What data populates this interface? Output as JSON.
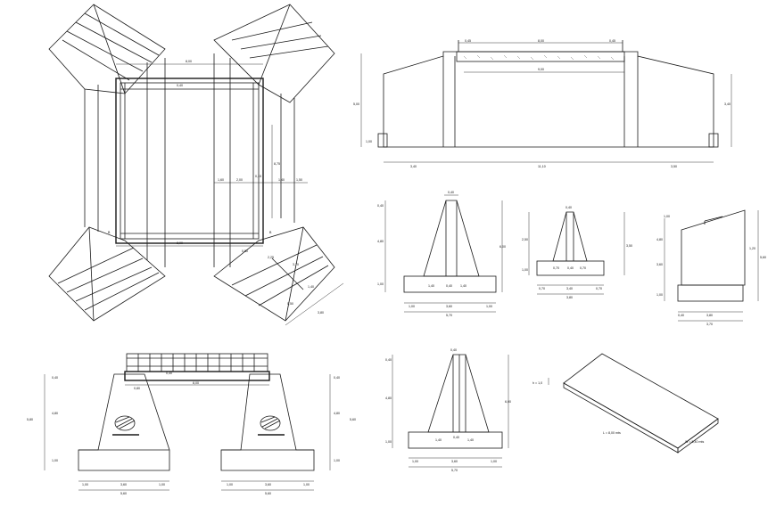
{
  "labels": {
    "plan_top_width": "8,00",
    "plan_inner_gap": "0,40",
    "plan_right_a": "1,60",
    "plan_right_b": "2,00",
    "plan_right_c": "0,15",
    "plan_right_d": "1,40",
    "plan_right_e": "1,50",
    "plan_bottom_width": "8,00",
    "plan_side_height": "8,75",
    "plan_wing_a": "0,50",
    "plan_wing_b": "2,25",
    "plan_wing_c": "3,70",
    "plan_wing_d": "1,40",
    "plan_wing_e": "0,50",
    "plan_diag": "3,80",
    "elev_top_total": "8,00",
    "elev_top_left": "0,45",
    "elev_top_right": "0,45",
    "elev_span": "9,00",
    "elev_left_height": "5,00",
    "elev_footing_height": "1,00",
    "elev_right_height": "3,40",
    "elev_bottom_left": "3,40",
    "elev_bottom_mid": "11,10",
    "elev_bottom_right": "3,50",
    "s1_top": "0,40",
    "s1_h1": "0,40",
    "s1_h2": "4,80",
    "s1_h3": "1,00",
    "s1_total_h": "6,00",
    "s1_in_a": "1,40",
    "s1_in_b": "0,40",
    "s1_in_c": "1,40",
    "s1_b1": "1,00",
    "s1_b2": "3,60",
    "s1_b3": "1,00",
    "s1_b_total": "5,70",
    "s2_top": "0,40",
    "s2_h1": "2,50",
    "s2_h2": "1,00",
    "s2_total_h": "3,50",
    "s2_in_a": "0,70",
    "s2_in_b": "0,40",
    "s2_in_c": "0,70",
    "s2_b1": "0,70",
    "s2_b2": "3,40",
    "s2_b3": "0,70",
    "s2_b_total": "3,80",
    "s3_h1": "1,00",
    "s3_h2": "4,80",
    "s3_h3": "3,60",
    "s3_h4": "1,00",
    "s3_right_h": "5,60",
    "s3_right_b": "1,20",
    "s3_b1": "0,40",
    "s3_b2": "3,80",
    "s3_b_total": "3,70",
    "br_deck": "0,40",
    "br_span": "8,00",
    "br_bearing": "0,80",
    "br_lh1": "0,40",
    "br_lh2": "4,80",
    "br_lh3": "1,00",
    "br_lh_total": "5,80",
    "br_rh1": "0,40",
    "br_rh2": "4,80",
    "br_rh3": "1,00",
    "br_rh_total": "5,60",
    "br_bl1": "1,00",
    "br_bl2": "3,60",
    "br_bl3": "1,00",
    "br_bl_total": "5,60",
    "br_br1": "1,00",
    "br_br2": "3,60",
    "br_br3": "1,00",
    "br_br_total": "5,60",
    "t_top": "0,40",
    "t_h1": "0,40",
    "t_h2": "4,80",
    "t_h3": "1,00",
    "t_total_h": "6,00",
    "t_in_a": "1,40",
    "t_in_b": "0,40",
    "t_in_c": "1,40",
    "t_b1": "1,00",
    "t_b2": "3,60",
    "t_b3": "1,00",
    "t_b_total": "5,70",
    "slab_h": "h = 1,0",
    "slab_l": "L = 8,00 mts",
    "slab_w": "W = 5,40 mts"
  }
}
